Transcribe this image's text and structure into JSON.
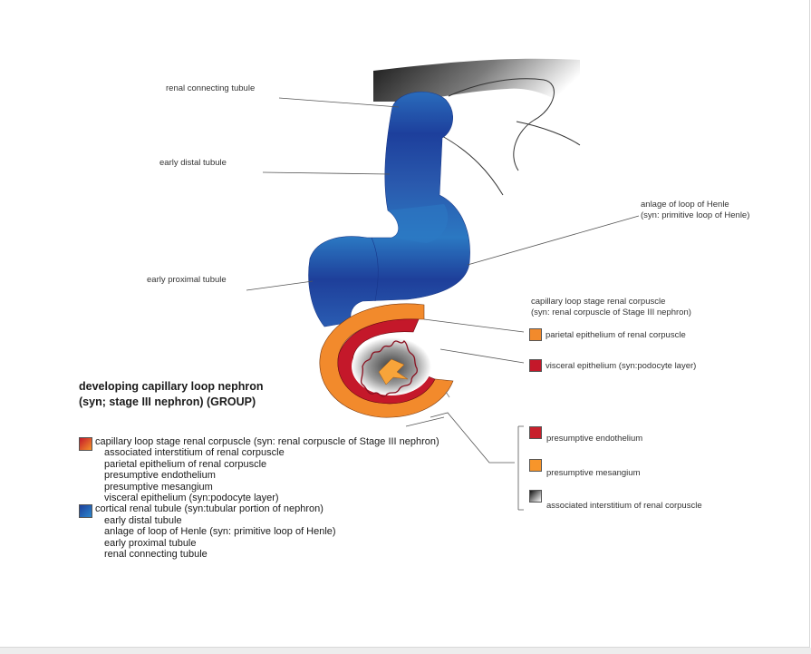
{
  "callouts": {
    "renal_connecting_tubule": "renal connecting tubule",
    "early_distal_tubule": "early distal tubule",
    "early_proximal_tubule": "early proximal tubule",
    "anlage_loop_henle_1": "anlage of loop of Henle",
    "anlage_loop_henle_2": "(syn: primitive loop of Henle)",
    "corpuscle_heading_1": "capillary loop stage renal corpuscle",
    "corpuscle_heading_2": "(syn: renal corpuscle of Stage III nephron)"
  },
  "key": [
    {
      "label": "parietal epithelium of renal corpuscle",
      "color": "#f28a2c"
    },
    {
      "label": "visceral epithelium (syn:podocyte layer)",
      "color": "#c4182a"
    },
    {
      "label": "presumptive endothelium",
      "color": "#c8202c"
    },
    {
      "label": "presumptive mesangium",
      "color": "#f7952a"
    },
    {
      "label": "associated interstitium of renal corpuscle",
      "color": "gradient-gray"
    }
  ],
  "legend": {
    "title_line1": "developing capillary loop nephron",
    "title_line2": "(syn; stage III nephron) (GROUP)",
    "groups": [
      {
        "label": "capillary loop stage renal corpuscle (syn: renal corpuscle of Stage III nephron)",
        "color": "#e0402a",
        "children": [
          "associated interstitium of renal corpuscle",
          "parietal epithelium of renal corpuscle",
          "presumptive endothelium",
          "presumptive mesangium",
          "visceral epithelium (syn:podocyte layer)"
        ]
      },
      {
        "label": "cortical renal tubule (syn:tubular portion of nephron)",
        "color": "#1f5aa8",
        "children": [
          "early distal tubule",
          "anlage of loop of Henle (syn: primitive loop of Henle)",
          "early proximal tubule",
          "renal connecting tubule"
        ]
      }
    ]
  },
  "colors": {
    "tubule_dark": "#1d3f9c",
    "tubule_light": "#2a79c4",
    "parietal": "#f28a2c",
    "visceral": "#c4182a",
    "mesangium": "#f7a43a"
  }
}
